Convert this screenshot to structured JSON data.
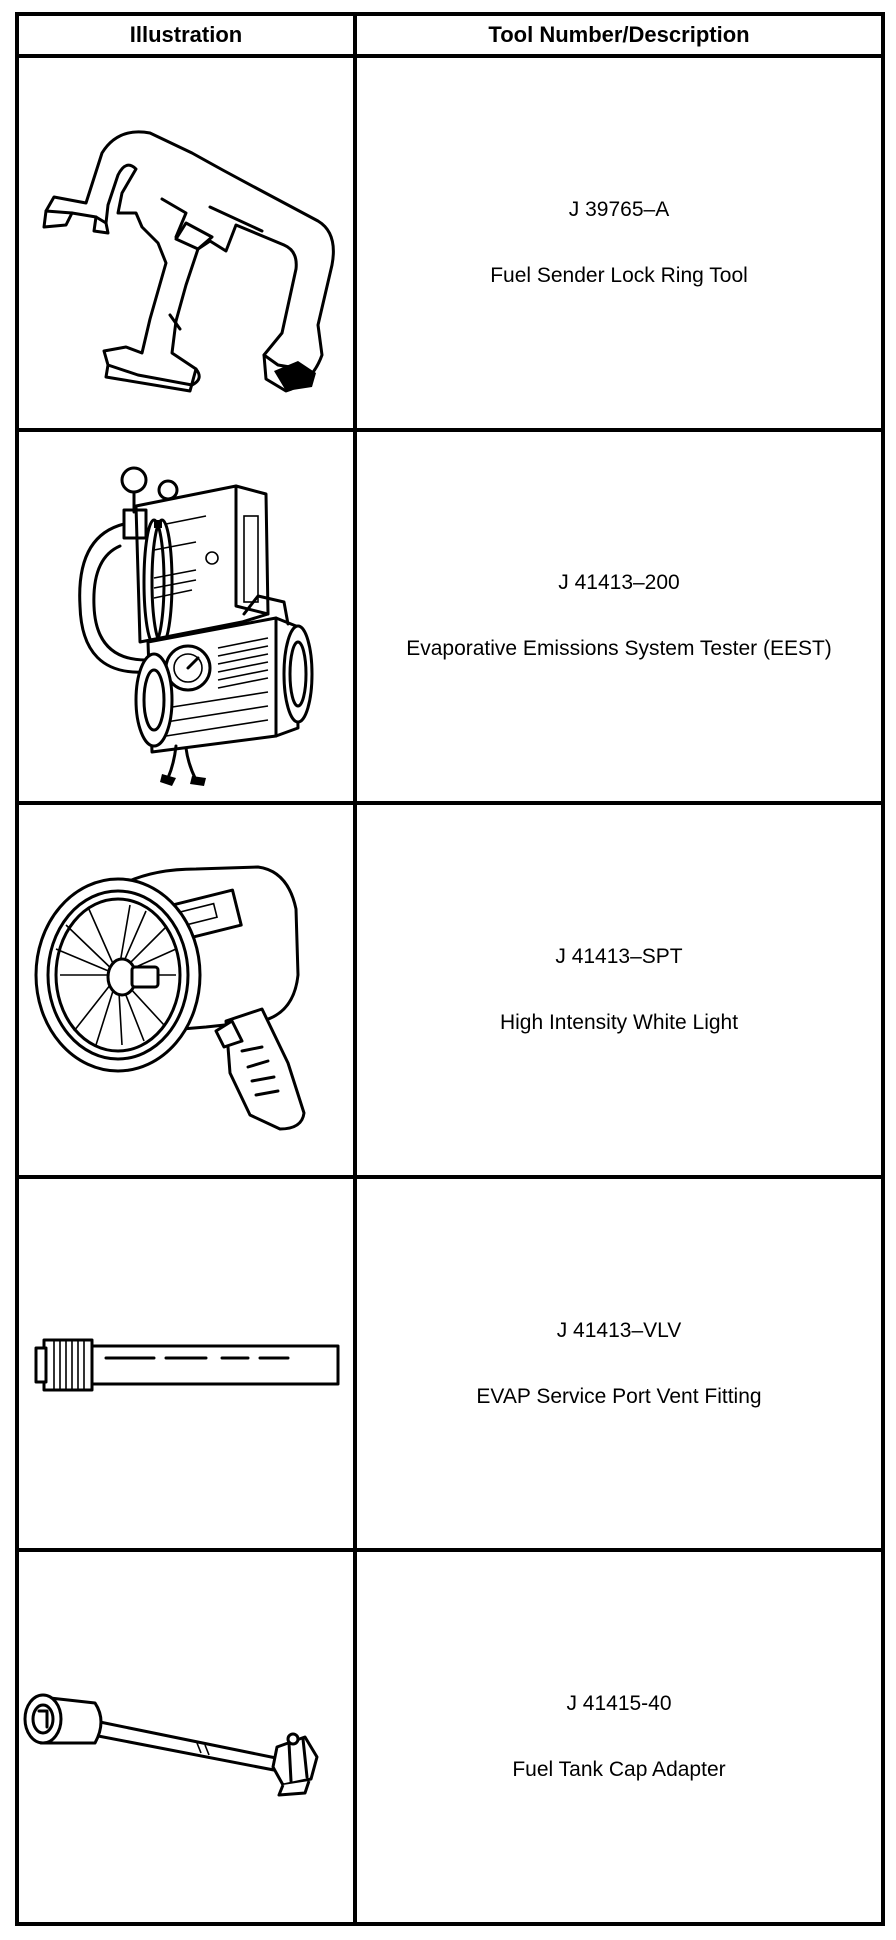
{
  "table": {
    "headers": {
      "illustration": "Illustration",
      "tool": "Tool Number/Description"
    },
    "rows": [
      {
        "number": "J 39765–A",
        "description": "Fuel Sender Lock Ring Tool",
        "icon": "lock-ring-tool-icon"
      },
      {
        "number": "J 41413–200",
        "description": "Evaporative Emissions System Tester (EEST)",
        "icon": "emissions-tester-icon"
      },
      {
        "number": "J 41413–SPT",
        "description": "High Intensity White Light",
        "icon": "spotlight-icon"
      },
      {
        "number": "J 41413–VLV",
        "description": "EVAP Service Port Vent Fitting",
        "icon": "vent-fitting-icon"
      },
      {
        "number": "J 41415-40",
        "description": "Fuel Tank Cap Adapter",
        "icon": "cap-adapter-icon"
      }
    ]
  }
}
